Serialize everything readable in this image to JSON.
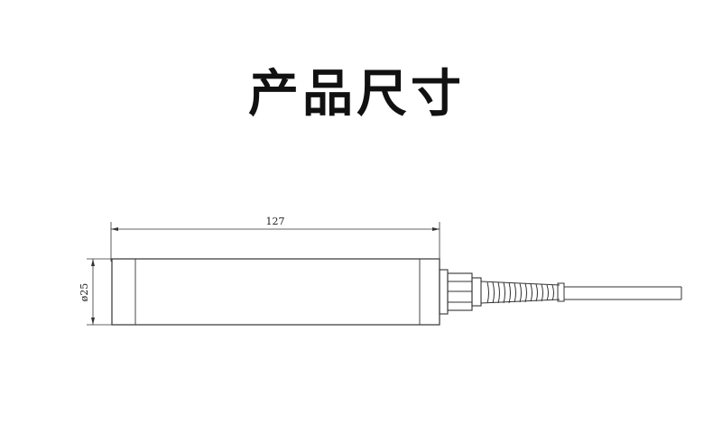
{
  "title": "产品尺寸",
  "dimensions": {
    "length_label": "127",
    "diameter_label": "ø25"
  },
  "colors": {
    "line": "#333333",
    "title": "#111111",
    "background": "#ffffff"
  }
}
